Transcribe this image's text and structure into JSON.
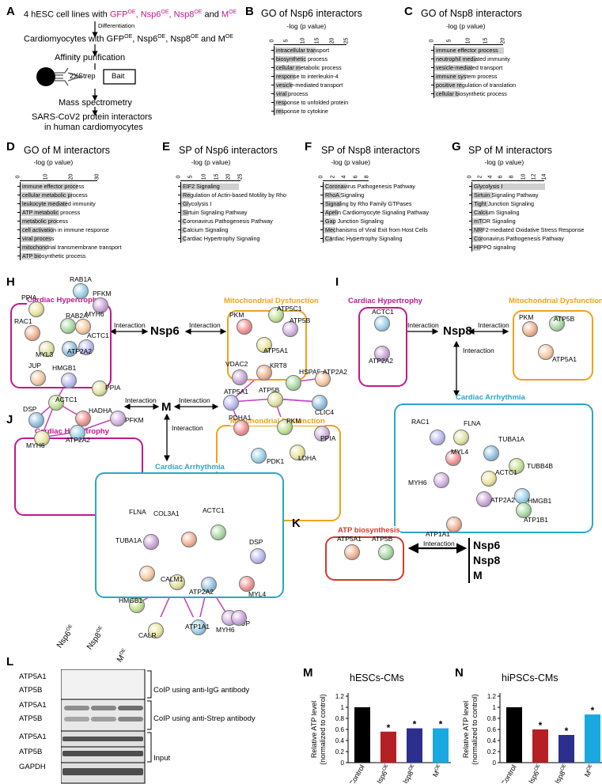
{
  "panels": {
    "A": "A",
    "B": "B",
    "C": "C",
    "D": "D",
    "E": "E",
    "F": "F",
    "G": "G",
    "H": "H",
    "I": "I",
    "J": "J",
    "K": "K",
    "L": "L",
    "M": "M",
    "N": "N"
  },
  "flowA": {
    "line1_pre": "4 hESC cell lines with ",
    "line1_gfp": "GFP",
    "line1_nsp6": "Nsp6",
    "line1_nsp8": "Nsp8",
    "line1_and": " and ",
    "line1_m": "M",
    "sup": "OE",
    "diff": "Differentiation",
    "line2": "Cardiomyocytes with GFP",
    "line2_nsp6": ", Nsp6",
    "line2_nsp8": ", Nsp8",
    "line2_and": " and M",
    "aff": "Affinity purification",
    "strep": "2XStrep",
    "bait": "Bait",
    "ms": "Mass spectrometry",
    "res1": "SARS-CoV2 protein interactors",
    "res2": "in human cardiomyocytes"
  },
  "go": {
    "B": {
      "title": "GO of Nsp6 interactors",
      "axis": "-log (p value)",
      "ticks": [
        "0",
        "5",
        "10",
        "15",
        "20",
        "25"
      ],
      "rows": [
        {
          "t": "intracellular transport",
          "v": 14
        },
        {
          "t": "biosynthetic process",
          "v": 11
        },
        {
          "t": "cellular metabolic process",
          "v": 9
        },
        {
          "t": "response to interleukin-4",
          "v": 7
        },
        {
          "t": "vesicle-mediated transport",
          "v": 6
        },
        {
          "t": "viral process",
          "v": 5
        },
        {
          "t": "response to unfolded protein",
          "v": 4
        },
        {
          "t": "response to cytokine",
          "v": 3
        }
      ]
    },
    "C": {
      "title": "GO of Nsp8 interactors",
      "axis": "-log (p value)",
      "ticks": [
        "0",
        "5",
        "10",
        "15",
        "20"
      ],
      "rows": [
        {
          "t": "immune effector process",
          "v": 20
        },
        {
          "t": "neutrophil mediated immunity",
          "v": 12
        },
        {
          "t": "vesicle-mediated transport",
          "v": 11
        },
        {
          "t": "immune system process",
          "v": 9
        },
        {
          "t": "positive regulation of translation",
          "v": 8
        },
        {
          "t": "cellular biosynthetic process",
          "v": 7
        }
      ]
    },
    "D": {
      "title": "GO of M interactors",
      "axis": "-log (p value)",
      "ticks": [
        "0",
        "10",
        "20",
        "30"
      ],
      "rows": [
        {
          "t": "immune effector process",
          "v": 22
        },
        {
          "t": "cellular metabolic process",
          "v": 20
        },
        {
          "t": "leukocyte mediated immunity",
          "v": 18
        },
        {
          "t": "ATP metabolic process",
          "v": 15
        },
        {
          "t": "metabolic process",
          "v": 14
        },
        {
          "t": "cell activation in immune response",
          "v": 13
        },
        {
          "t": "viral process",
          "v": 12
        },
        {
          "t": "mitochondrial transmembrane transport",
          "v": 10
        },
        {
          "t": "ATP biosynthetic process",
          "v": 8
        }
      ]
    },
    "E": {
      "title": "SP of Nsp6 interactors",
      "axis": "-log (p value)",
      "ticks": [
        "0",
        "5",
        "10",
        "15",
        "20",
        "25"
      ],
      "rows": [
        {
          "t": "EIF2 Signaling",
          "v": 24
        },
        {
          "t": "Regulation of Actin-based Motility by Rho",
          "v": 4
        },
        {
          "t": "Glycolysis I",
          "v": 3
        },
        {
          "t": "Sirtuin Signaling Pathway",
          "v": 3
        },
        {
          "t": "Coronavirus Pathogenesis Pathway",
          "v": 2
        },
        {
          "t": "Calcium Signaling",
          "v": 2
        },
        {
          "t": "Cardiac Hypertrophy Signaling",
          "v": 2
        }
      ]
    },
    "F": {
      "title": "SP of Nsp8 interactors",
      "axis": "-log (p value)",
      "ticks": [
        "0",
        "2",
        "4",
        "6",
        "8"
      ],
      "rows": [
        {
          "t": "Coronavirus Pathogenesis Pathway",
          "v": 4
        },
        {
          "t": "RhoA Signaling",
          "v": 3
        },
        {
          "t": "Signaling by Rho Family GTPases",
          "v": 3
        },
        {
          "t": "Apelin Cardiomyocyte Signaling Pathway",
          "v": 2.5
        },
        {
          "t": "Gap Junction Signaling",
          "v": 2
        },
        {
          "t": "Mechanisms of Viral Exit from Host Cells",
          "v": 2
        },
        {
          "t": "Cardiac Hypertrophy Signaling",
          "v": 1.5
        }
      ]
    },
    "G": {
      "title": "SP of M interactors",
      "axis": "-log (p value)",
      "ticks": [
        "0",
        "2",
        "4",
        "6",
        "8",
        "10",
        "12",
        "14"
      ],
      "rows": [
        {
          "t": "Glycolysis I",
          "v": 14
        },
        {
          "t": "Sirtuin Signaling Pathway",
          "v": 4
        },
        {
          "t": "Tight Junction Signaling",
          "v": 3
        },
        {
          "t": "Calcium Signaling",
          "v": 3
        },
        {
          "t": "mTOR Signaling",
          "v": 2
        },
        {
          "t": "NRF2-mediated Oxidative Stress Response",
          "v": 2
        },
        {
          "t": "Coronavirus Pathogenesis Pathway",
          "v": 2
        },
        {
          "t": "HIPPO signaling",
          "v": 1.5
        }
      ]
    }
  },
  "net": {
    "interaction": "Interaction",
    "H": {
      "hub": "Nsp6",
      "box1": "Cardiac Hypertrophy",
      "box2": "Mitochondrial Dysfunction",
      "n1": [
        "PPIA",
        "RAB1A",
        "PFKM",
        "RAC1",
        "RAB2A",
        "MYH6",
        "ACTC1",
        "MYL3",
        "ATP2A2"
      ],
      "n2": [
        "PKM",
        "ATP5C1",
        "ATP5B",
        "ATP5A1"
      ]
    },
    "I": {
      "hub": "Nsp8",
      "box1": "Cardiac Hypertrophy",
      "box2": "Mitochondrial Dysfunction",
      "box3": "Cardiac Arrhythmia",
      "n1": [
        "ACTC1",
        "ATP2A2"
      ],
      "n2": [
        "PKM",
        "ATP5B",
        "ATP5A1"
      ],
      "n3": [
        "RAC1",
        "FLNA",
        "TUBA1A",
        "MYL4",
        "TUBB4B",
        "MYH6",
        "ACTC1",
        "HMGB1",
        "ATP2A2",
        "ATP1A1",
        "ATP1B1"
      ]
    },
    "J": {
      "hub": "M",
      "box1": "Cardiac Hypertrophy",
      "box2": "Mitochondrial Dysfunction",
      "box3": "Cardiac Arrhythmia",
      "n1": [
        "JUP",
        "HMGB1",
        "PPIA",
        "DSP",
        "HADHA",
        "ACTC1",
        "PFKM",
        "MYH6",
        "ATP2A2"
      ],
      "n2": [
        "VDAC2",
        "KRT8",
        "HSPA5",
        "ATP2A2",
        "ATP5A1",
        "ATP5B",
        "CLIC4",
        "PDHA1",
        "PKM",
        "PPIA",
        "LDHA",
        "PDK1"
      ],
      "n3": [
        "FLNA",
        "COL3A1",
        "ACTC1",
        "TUBA1A",
        "DSP",
        "CALM1",
        "ATP2A2",
        "MYL4",
        "HMGB1",
        "JUP",
        "CALR",
        "MYH6",
        "ATP1A1"
      ]
    },
    "K": {
      "box": "ATP biosynthesis",
      "n": [
        "ATP5A1",
        "ATP5B"
      ],
      "targets": [
        "Nsp6",
        "Nsp8",
        "M"
      ]
    }
  },
  "blot": {
    "lanes": [
      "Nsp6",
      "Nsp8",
      "M"
    ],
    "sup": "OE",
    "rows": [
      "ATP5A1",
      "ATP5B",
      "ATP5A1",
      "ATP5B",
      "ATP5A1",
      "ATP5B",
      "GAPDH"
    ],
    "g1": "CoIP using anti-IgG antibody",
    "g2": "CoIP using anti-Strep antibody",
    "g3": "Input"
  },
  "chart_data": [
    {
      "type": "bar",
      "title": "hESCs-CMs",
      "ylabel": "Relative ATP level (normalized to control)",
      "ylim": [
        0,
        1.2
      ],
      "yticks": [
        "0",
        "0.2",
        "0.4",
        "0.6",
        "0.8",
        "1",
        "1.2"
      ],
      "categories": [
        "Control",
        "Nsp6",
        "Nsp8",
        "M"
      ],
      "values": [
        1.0,
        0.56,
        0.62,
        0.62
      ],
      "colors": [
        "#000000",
        "#b52025",
        "#2d2f8f",
        "#19a9e0"
      ],
      "significance": [
        "",
        "*",
        "*",
        "*"
      ]
    },
    {
      "type": "bar",
      "title": "hiPSCs-CMs",
      "ylabel": "Relative ATP level (normalized to control)",
      "ylim": [
        0,
        1.2
      ],
      "yticks": [
        "0",
        "0.2",
        "0.4",
        "0.6",
        "0.8",
        "1",
        "1.2"
      ],
      "categories": [
        "Control",
        "Nsp6",
        "Nsp8",
        "M"
      ],
      "values": [
        1.0,
        0.6,
        0.5,
        0.87
      ],
      "colors": [
        "#000000",
        "#b52025",
        "#2d2f8f",
        "#19a9e0"
      ],
      "significance": [
        "",
        "*",
        "*",
        "*"
      ]
    }
  ],
  "colors": {
    "magenta": "#c0188f",
    "orange": "#f0a21a",
    "cyan": "#2aa7c9",
    "red": "#d6392e"
  }
}
